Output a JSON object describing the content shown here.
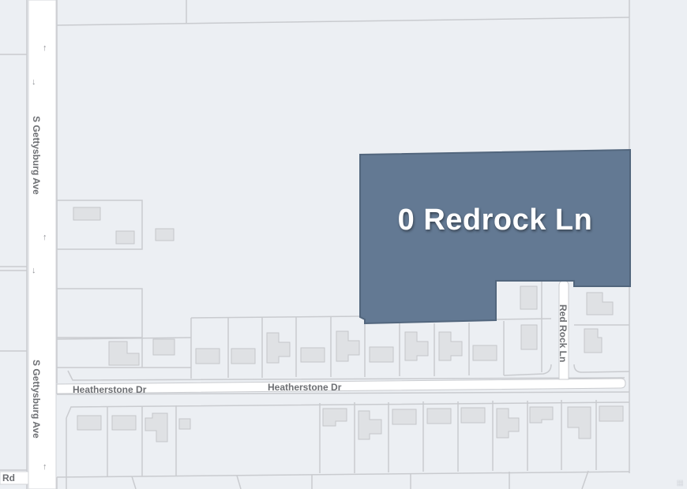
{
  "map": {
    "colors": {
      "background": "#eceff3",
      "lot_line": "#c9cbcf",
      "building_fill": "#dfe1e4",
      "building_stroke": "#c4c6ca",
      "road": "#ffffff",
      "parcel_fill": "#5f7690",
      "parcel_stroke": "#4e627a",
      "label_text": "#6d6f73",
      "parcel_text": "#ffffff"
    },
    "highlighted_parcel": {
      "label": "0 Redrock Ln"
    },
    "streets": [
      {
        "name": "S Gettysburg Ave",
        "orientation": "vertical"
      },
      {
        "name": "S Gettysburg Ave",
        "orientation": "vertical"
      },
      {
        "name": "Heatherstone Dr",
        "orientation": "horizontal"
      },
      {
        "name": "Heatherstone Dr",
        "orientation": "horizontal"
      },
      {
        "name": "Red Rock Ln",
        "orientation": "vertical"
      },
      {
        "name": "Rd",
        "orientation": "horizontal"
      }
    ],
    "direction_arrows": [
      "↑",
      "↓",
      "↑",
      "↓",
      "↑"
    ]
  }
}
